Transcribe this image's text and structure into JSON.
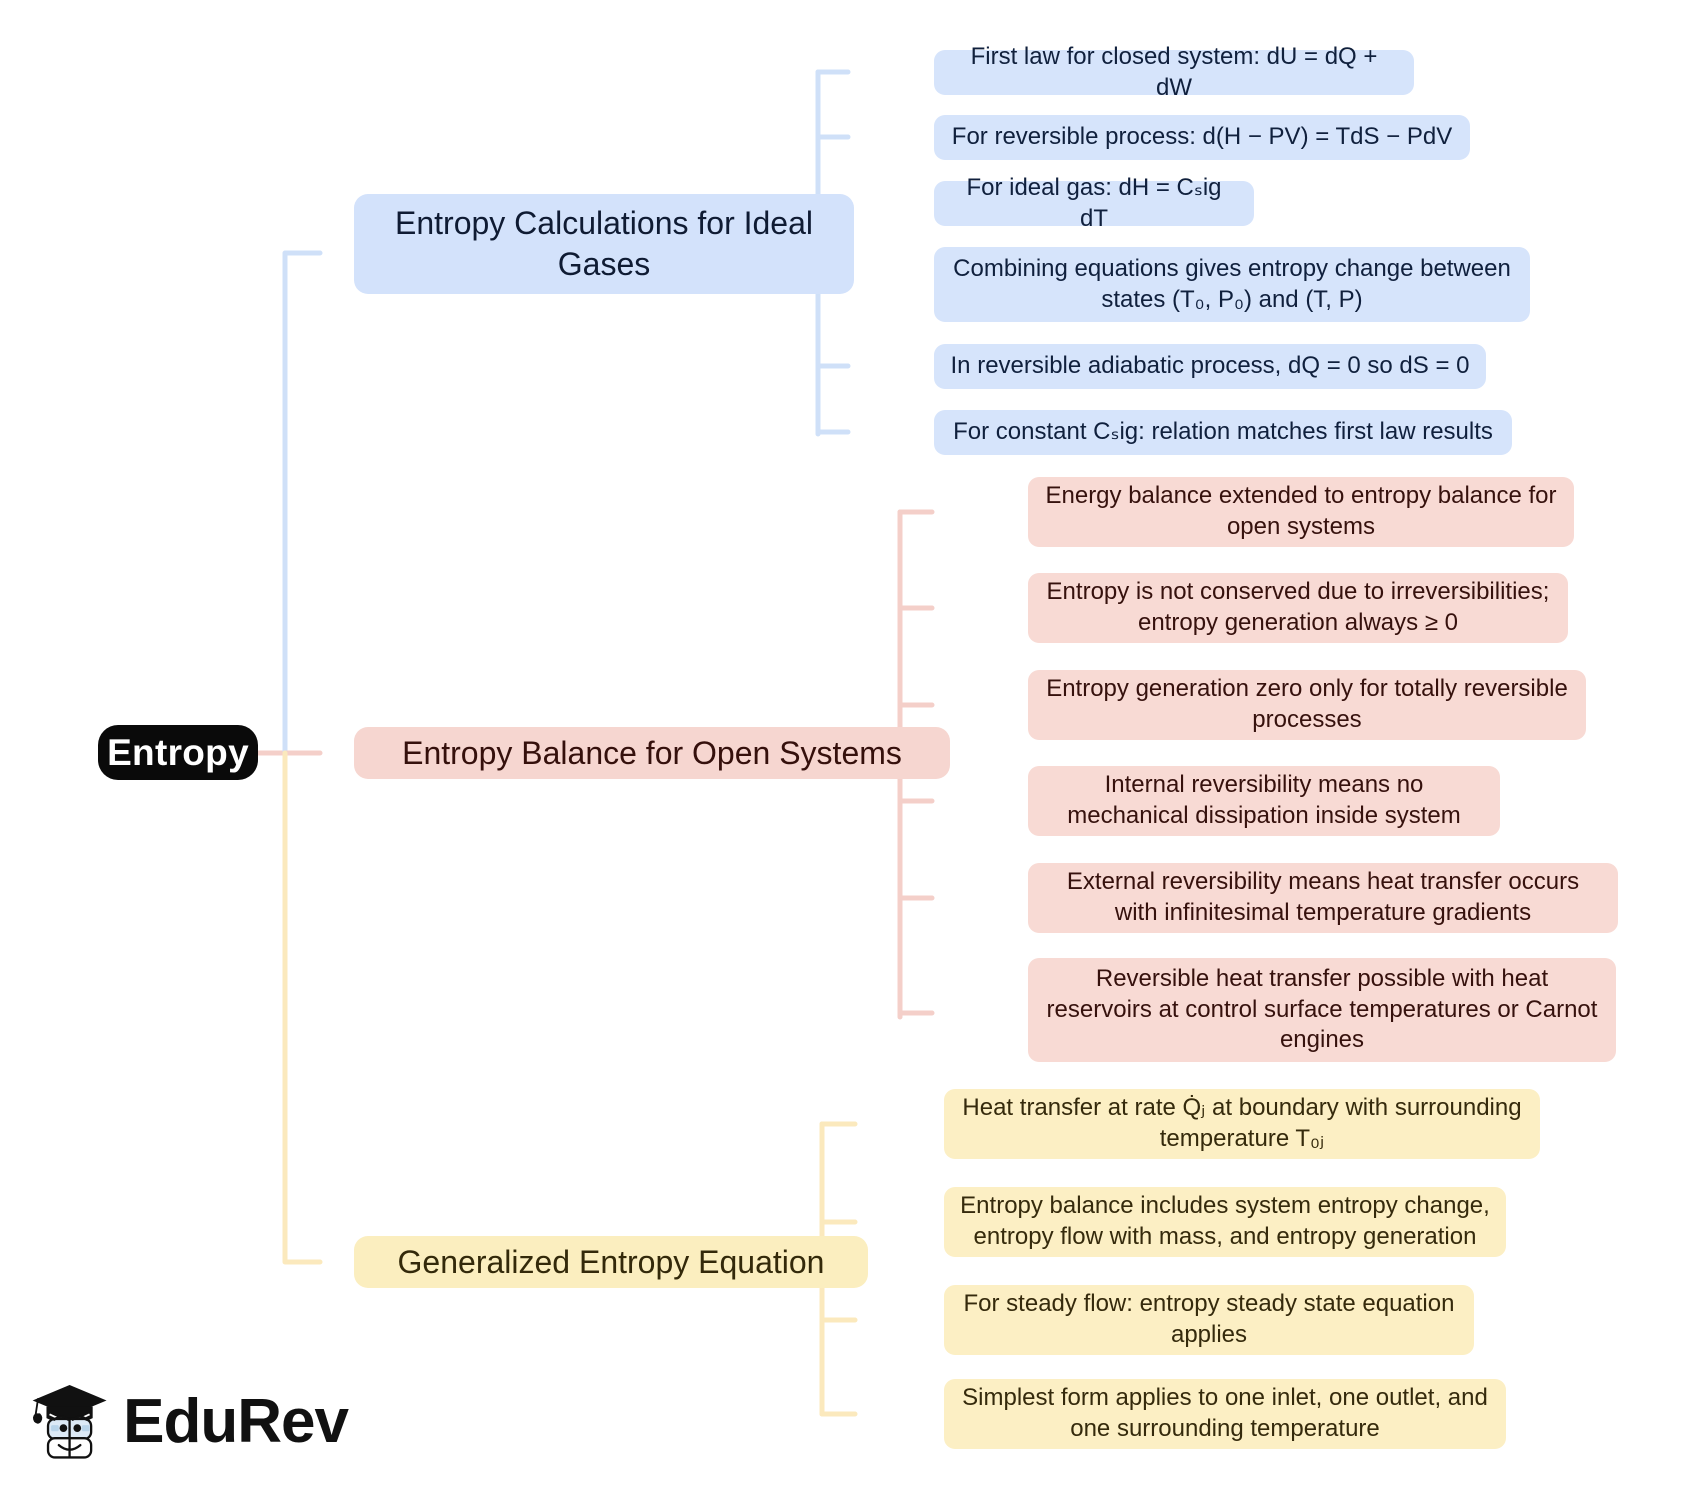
{
  "diagram": {
    "type": "mind-map",
    "root": {
      "label": "Entropy",
      "color": "#0a0a0a"
    },
    "branches": [
      {
        "id": "entropy-calculations-for-ideal-gases",
        "label": "Entropy Calculations for Ideal Gases",
        "color": "#d3e2fb",
        "leaf_color": "#d6e4fb",
        "leaves": [
          "First law for closed system: dU = dQ + dW",
          "For reversible process: d(H − PV) = TdS − PdV",
          "For ideal gas: dH = Cₛig dT",
          "Combining equations gives entropy change between states (T₀, P₀) and (T, P)",
          "In reversible adiabatic process, dQ = 0 so dS = 0",
          "For constant Cₛig: relation matches first law results"
        ]
      },
      {
        "id": "entropy-balance-for-open-systems",
        "label": "Entropy Balance for Open Systems",
        "color": "#f6d6d0",
        "leaf_color": "#f8dad4",
        "leaves": [
          "Energy balance extended to entropy balance for open systems",
          "Entropy is not conserved due to irreversibilities; entropy generation always ≥ 0",
          "Entropy generation zero only for totally reversible processes",
          "Internal reversibility means no mechanical dissipation inside system",
          "External reversibility means heat transfer occurs with infinitesimal temperature gradients",
          "Reversible heat transfer possible with heat reservoirs at control surface temperatures or Carnot engines"
        ]
      },
      {
        "id": "generalized-entropy-equation",
        "label": "Generalized Entropy Equation",
        "color": "#fbeebf",
        "leaf_color": "#fcefc4",
        "leaves": [
          "Heat transfer at rate Q̇ⱼ at boundary with surrounding temperature T₀ⱼ",
          "Entropy balance includes system entropy change, entropy flow with mass, and entropy generation",
          "For steady flow: entropy steady state equation applies",
          "Simplest form applies to one inlet, one outlet, and one surrounding temperature"
        ]
      }
    ]
  },
  "logo": {
    "name": "EduRev",
    "text": "EduRev"
  }
}
